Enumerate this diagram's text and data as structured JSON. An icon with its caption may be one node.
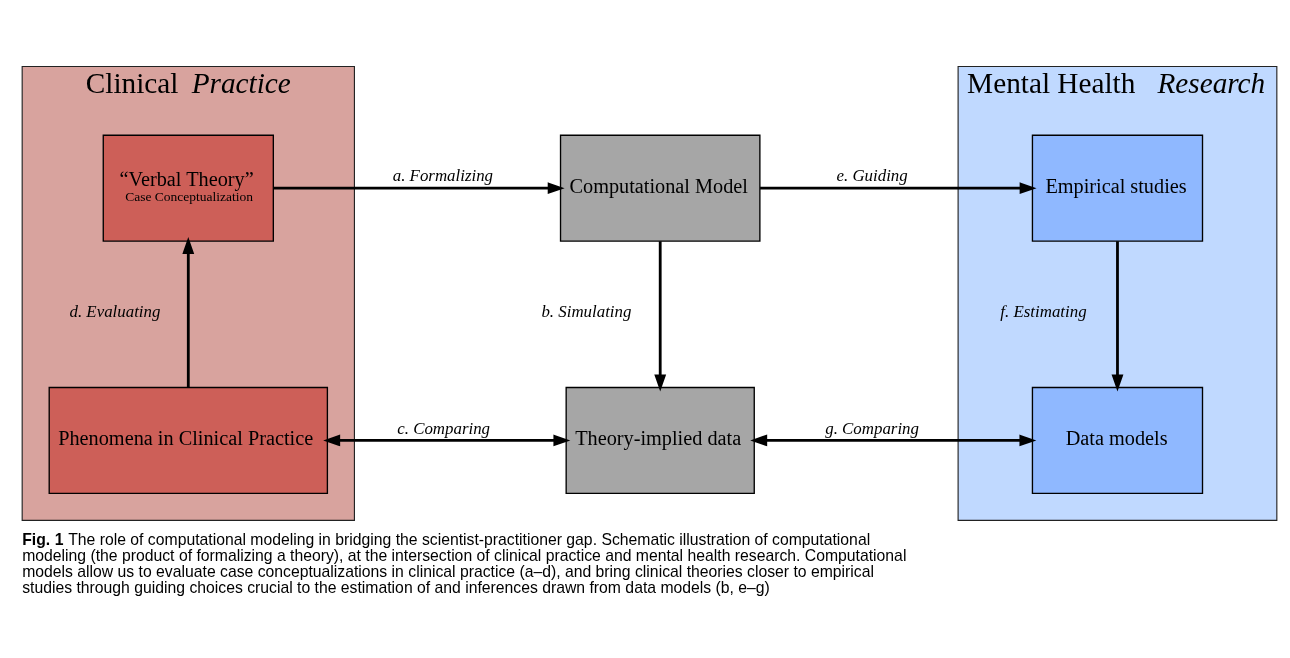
{
  "diagram": {
    "caption": "**Fig. 1** The role of computational modeling in bridging the scientist-practitioner gap. Schematic illustration of computational modeling (the product of formalizing a theory), at the intersection of clinical practice and mental health research. Computational models allow us to evaluate case conceptualizations in clinical practice (a–d), and bring clinical theories closer to empirical studies through guiding choices crucial to the estimation of and inferences drawn from data models (b, e–g)",
    "nodes": [
      {
        "text": [
          "Clinical *Practice*"
        ]
      },
      {
        "text": [
          "“Verbal Theory”",
          "Case Conceptualization"
        ],
        "in": 0
      },
      {
        "text": [
          "Phenomena in Clinical Practice"
        ],
        "in": 0
      },
      {
        "text": [
          "Mental Health *Research*"
        ]
      },
      {
        "text": [
          "Empirical studies"
        ],
        "in": 3
      },
      {
        "text": [
          "Data models"
        ],
        "in": 3
      },
      {
        "text": [
          "Computational Model"
        ]
      },
      {
        "text": [
          "Theory-implied data"
        ]
      }
    ],
    "edges": [
      {
        "from": 1,
        "to": 6,
        "label": "a. Formalizing",
        "arrow": "to"
      },
      {
        "from": 6,
        "to": 7,
        "label": "b. Simulating",
        "arrow": "to"
      },
      {
        "from": 2,
        "to": 7,
        "label": "c. Comparing",
        "arrow": "both"
      },
      {
        "from": 2,
        "to": 1,
        "label": "d. Evaluating",
        "arrow": "to"
      },
      {
        "from": 6,
        "to": 4,
        "label": "e. Guiding",
        "arrow": "to"
      },
      {
        "from": 4,
        "to": 5,
        "label": "f. Estimating",
        "arrow": "to"
      },
      {
        "from": 7,
        "to": 5,
        "label": "g. Comparing",
        "arrow": "both"
      }
    ]
  }
}
